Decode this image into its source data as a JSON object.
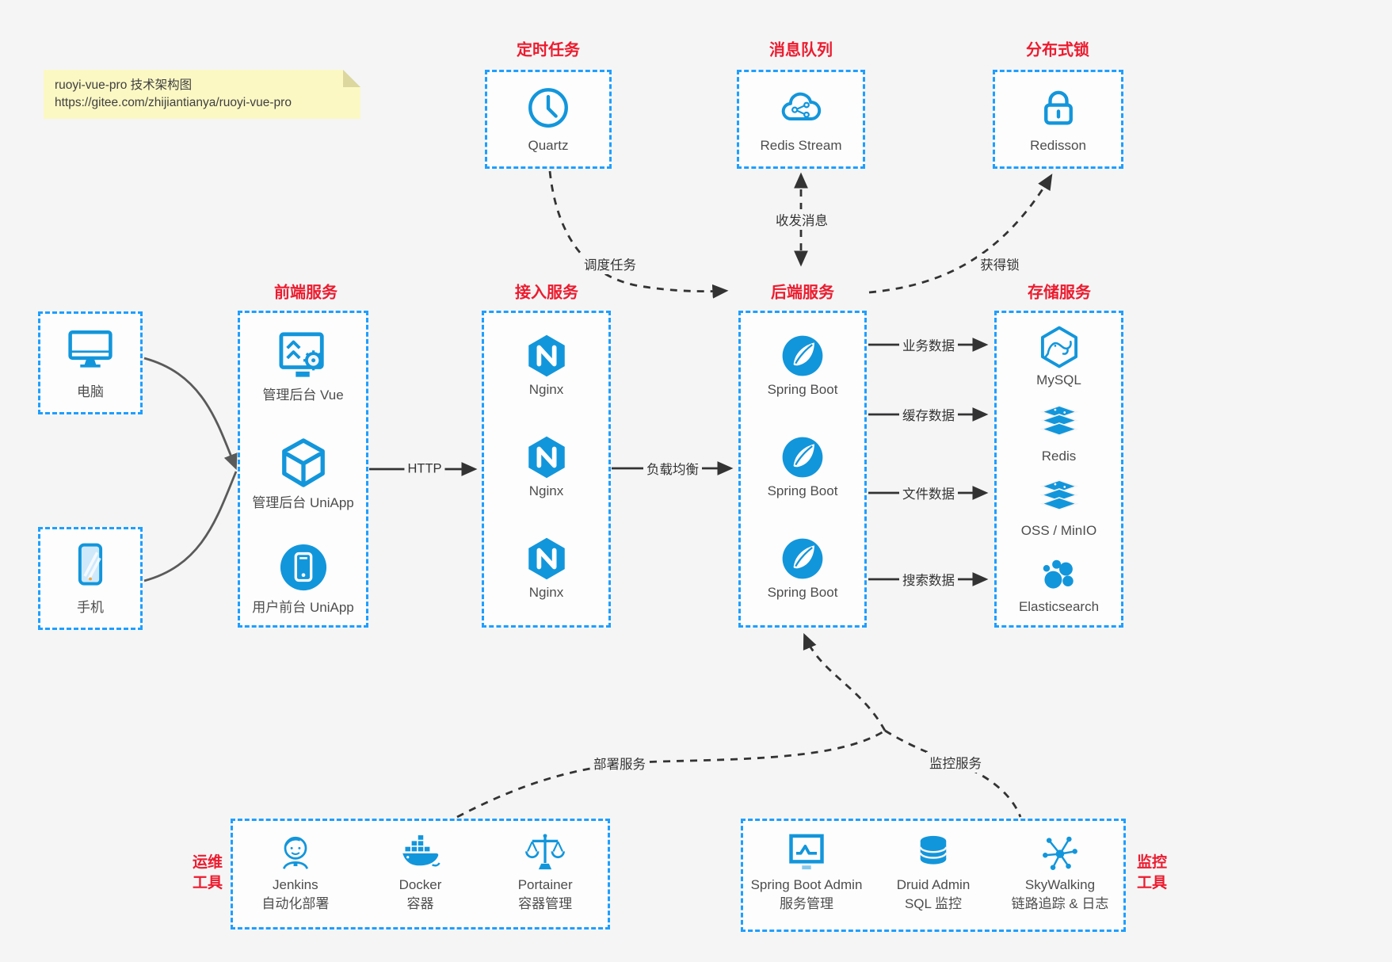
{
  "note": {
    "line1": "ruoyi-vue-pro 技术架构图",
    "line2": "https://gitee.com/zhijiantianya/ruoyi-vue-pro"
  },
  "colors": {
    "icon_blue": "#1296db",
    "border_blue": "#1e9fff",
    "title_red": "#ed1b2e",
    "note_bg": "#fbf8c4",
    "arrow_dark": "#333333"
  },
  "icons": {
    "quartz": "clock-icon",
    "redis_stream": "cloud-network-icon",
    "redisson": "lock-icon",
    "pc": "desktop-icon",
    "mobile": "smartphone-icon",
    "admin_vue": "screen-gear-icon",
    "admin_uniapp": "cube-icon",
    "user_uniapp": "phone-circle-icon",
    "nginx": "nginx-hexagon-icon",
    "spring_boot": "spring-leaf-icon",
    "mysql": "mysql-dolphin-icon",
    "redis": "redis-stack-icon",
    "oss_minio": "storage-stack-icon",
    "elasticsearch": "elasticsearch-cluster-icon",
    "jenkins": "jenkins-butler-icon",
    "docker": "docker-whale-icon",
    "portainer": "scales-icon",
    "spring_boot_admin": "monitor-pulse-icon",
    "druid": "database-icon",
    "skywalking": "network-nodes-icon"
  },
  "groups": {
    "scheduled": {
      "title": "定时任务",
      "item": {
        "label": "Quartz"
      }
    },
    "mq": {
      "title": "消息队列",
      "item": {
        "label": "Redis Stream"
      }
    },
    "distlock": {
      "title": "分布式锁",
      "item": {
        "label": "Redisson"
      }
    },
    "clients": {
      "pc": {
        "label": "电脑"
      },
      "mobile": {
        "label": "手机"
      }
    },
    "frontend": {
      "title": "前端服务",
      "items": [
        {
          "label": "管理后台 Vue"
        },
        {
          "label": "管理后台 UniApp"
        },
        {
          "label": "用户前台 UniApp"
        }
      ]
    },
    "gateway": {
      "title": "接入服务",
      "items": [
        {
          "label": "Nginx"
        },
        {
          "label": "Nginx"
        },
        {
          "label": "Nginx"
        }
      ]
    },
    "backend": {
      "title": "后端服务",
      "items": [
        {
          "label": "Spring Boot"
        },
        {
          "label": "Spring Boot"
        },
        {
          "label": "Spring Boot"
        }
      ]
    },
    "storage": {
      "title": "存储服务",
      "items": [
        {
          "label": "MySQL"
        },
        {
          "label": "Redis"
        },
        {
          "label": "OSS / MinIO"
        },
        {
          "label": "Elasticsearch"
        }
      ]
    },
    "ops": {
      "side_label_line1": "运维",
      "side_label_line2": "工具",
      "items": [
        {
          "name": "Jenkins",
          "desc": "自动化部署"
        },
        {
          "name": "Docker",
          "desc": "容器"
        },
        {
          "name": "Portainer",
          "desc": "容器管理"
        }
      ]
    },
    "monitoring": {
      "side_label_line1": "监控",
      "side_label_line2": "工具",
      "items": [
        {
          "name": "Spring Boot Admin",
          "desc": "服务管理"
        },
        {
          "name": "Druid Admin",
          "desc": "SQL 监控"
        },
        {
          "name": "SkyWalking",
          "desc": "链路追踪 & 日志"
        }
      ]
    }
  },
  "edges": {
    "http": "HTTP",
    "load_balance": "负载均衡",
    "business_data": "业务数据",
    "cache_data": "缓存数据",
    "file_data": "文件数据",
    "search_data": "搜索数据",
    "schedule_task": "调度任务",
    "send_receive_message": "收发消息",
    "acquire_lock": "获得锁",
    "deploy_service": "部署服务",
    "monitor_service": "监控服务"
  }
}
